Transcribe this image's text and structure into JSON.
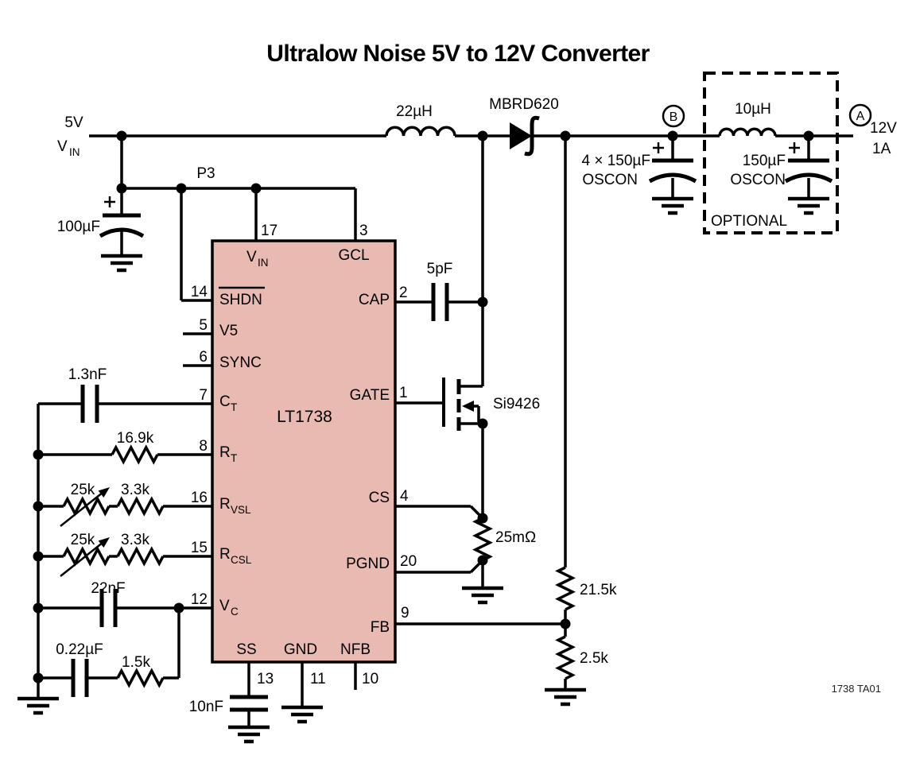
{
  "title": "Ultralow Noise 5V to 12V Converter",
  "figure_id": "1738 TA01",
  "colors": {
    "ic_fill": "#e9bab2",
    "line": "#000000"
  },
  "input": {
    "rail_v": "5V",
    "rail_main": "V",
    "rail_sub": "IN",
    "cap": "100µF",
    "node_p3": "P3"
  },
  "power_path": {
    "inductor": "22µH",
    "diode": "MBRD620",
    "cap_bank_qty": "4 × 150µF",
    "cap_bank_type": "OSCON",
    "node_b": "B",
    "node_a": "A",
    "optional_label": "OPTIONAL",
    "opt_inductor": "10µH",
    "opt_cap": "150µF",
    "opt_cap_type": "OSCON",
    "output_v": "12V",
    "output_i": "1A"
  },
  "ic": {
    "part": "LT1738",
    "pins": {
      "vin": {
        "num": "17",
        "main": "V",
        "sub": "IN"
      },
      "gcl": {
        "num": "3",
        "label": "GCL"
      },
      "shdn": {
        "num": "14",
        "label": "SHDN"
      },
      "v5": {
        "num": "5",
        "label": "V5"
      },
      "sync": {
        "num": "6",
        "label": "SYNC"
      },
      "ct": {
        "num": "7",
        "main": "C",
        "sub": "T"
      },
      "rt": {
        "num": "8",
        "main": "R",
        "sub": "T"
      },
      "rvsl": {
        "num": "16",
        "main": "R",
        "sub": "VSL"
      },
      "rcsl": {
        "num": "15",
        "main": "R",
        "sub": "CSL"
      },
      "vc": {
        "num": "12",
        "main": "V",
        "sub": "C"
      },
      "ss": {
        "num": "13",
        "label": "SS"
      },
      "gnd": {
        "num": "11",
        "label": "GND"
      },
      "nfb": {
        "num": "10",
        "label": "NFB"
      },
      "cap": {
        "num": "2",
        "label": "CAP"
      },
      "gate": {
        "num": "1",
        "label": "GATE"
      },
      "cs": {
        "num": "4",
        "label": "CS"
      },
      "pgnd": {
        "num": "20",
        "label": "PGND"
      },
      "fb": {
        "num": "9",
        "label": "FB"
      }
    }
  },
  "timing": {
    "cap_ct": "1.3nF",
    "res_rt": "16.9k"
  },
  "slew": {
    "rvsl_pot": "25k",
    "rvsl_res": "3.3k",
    "rcsl_pot": "25k",
    "rcsl_res": "3.3k"
  },
  "comp": {
    "cap_vc": "22nF",
    "cap_lag": "0.22µF",
    "res_lag": "1.5k",
    "cap_ss": "10nF"
  },
  "switch": {
    "cap_gate": "5pF",
    "mosfet": "Si9426",
    "sense_res": "25mΩ"
  },
  "feedback": {
    "res_top": "21.5k",
    "res_bottom": "2.5k"
  }
}
